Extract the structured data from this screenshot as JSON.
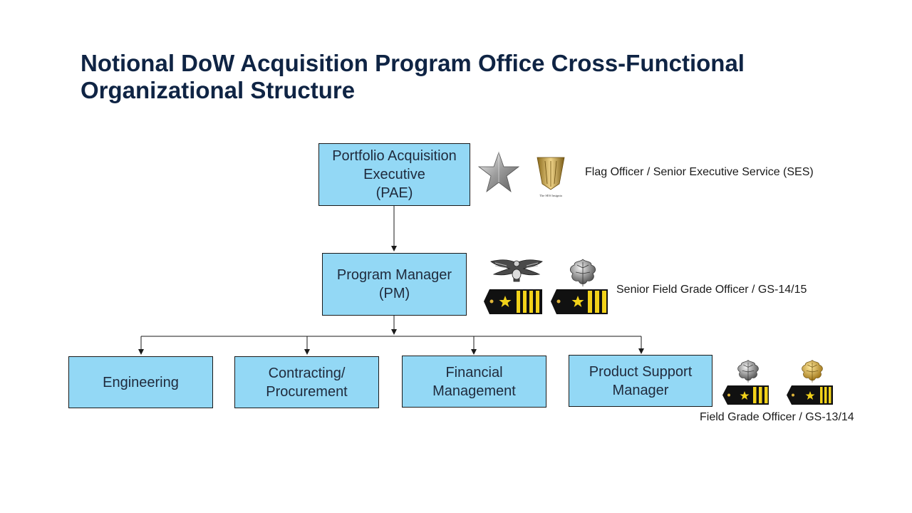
{
  "title": "Notional DoW Acquisition Program Office Cross-Functional Organizational Structure",
  "nodes": {
    "pae": "Portfolio Acquisition\nExecutive\n(PAE)",
    "pm": "Program Manager\n(PM)",
    "engineering": "Engineering",
    "contracting": "Contracting/\nProcurement",
    "financial": "Financial\nManagement",
    "product_support": "Product Support\nManager"
  },
  "rank_labels": {
    "flag": "Flag Officer / Senior Executive Service (SES)",
    "senior_field": "Senior Field Grade Officer / GS-14/15",
    "field": "Field Grade Officer / GS-13/14"
  },
  "insignia": {
    "ses_caption": "The SES Insignia"
  },
  "colors": {
    "box_fill": "#93d8f5",
    "title": "#0f2444",
    "silver": "#b8b8b8",
    "gold": "#e0b53a",
    "board": "#111111",
    "stripe": "#f2d21a"
  }
}
